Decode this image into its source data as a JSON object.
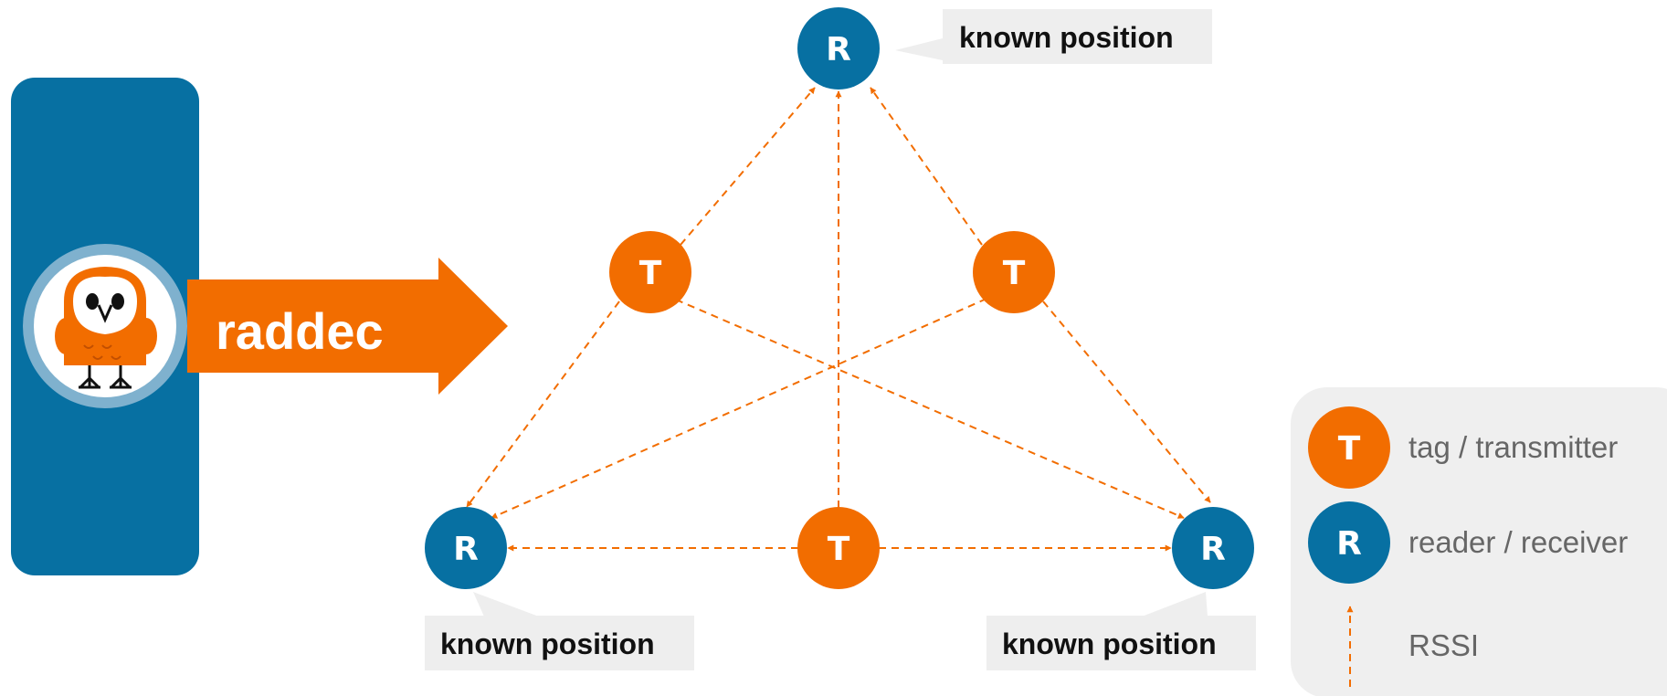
{
  "colors": {
    "tag": "#f26d00",
    "reader": "#0770a2",
    "callout_bg": "#eeeeee",
    "legend_bg": "#efefef",
    "owl_ring": "#7fb1ce"
  },
  "icons": {
    "logo": "barn-owl-icon",
    "arrow": "right-arrow-icon"
  },
  "raddec_label": "raddec",
  "nodes": {
    "reader_letter": "R",
    "tag_letter": "T"
  },
  "callouts": {
    "top": "known position",
    "bottom_left": "known position",
    "bottom_right": "known position"
  },
  "legend": {
    "tag_label": "tag / transmitter",
    "reader_label": "reader / receiver",
    "rssi_label": "RSSI"
  }
}
